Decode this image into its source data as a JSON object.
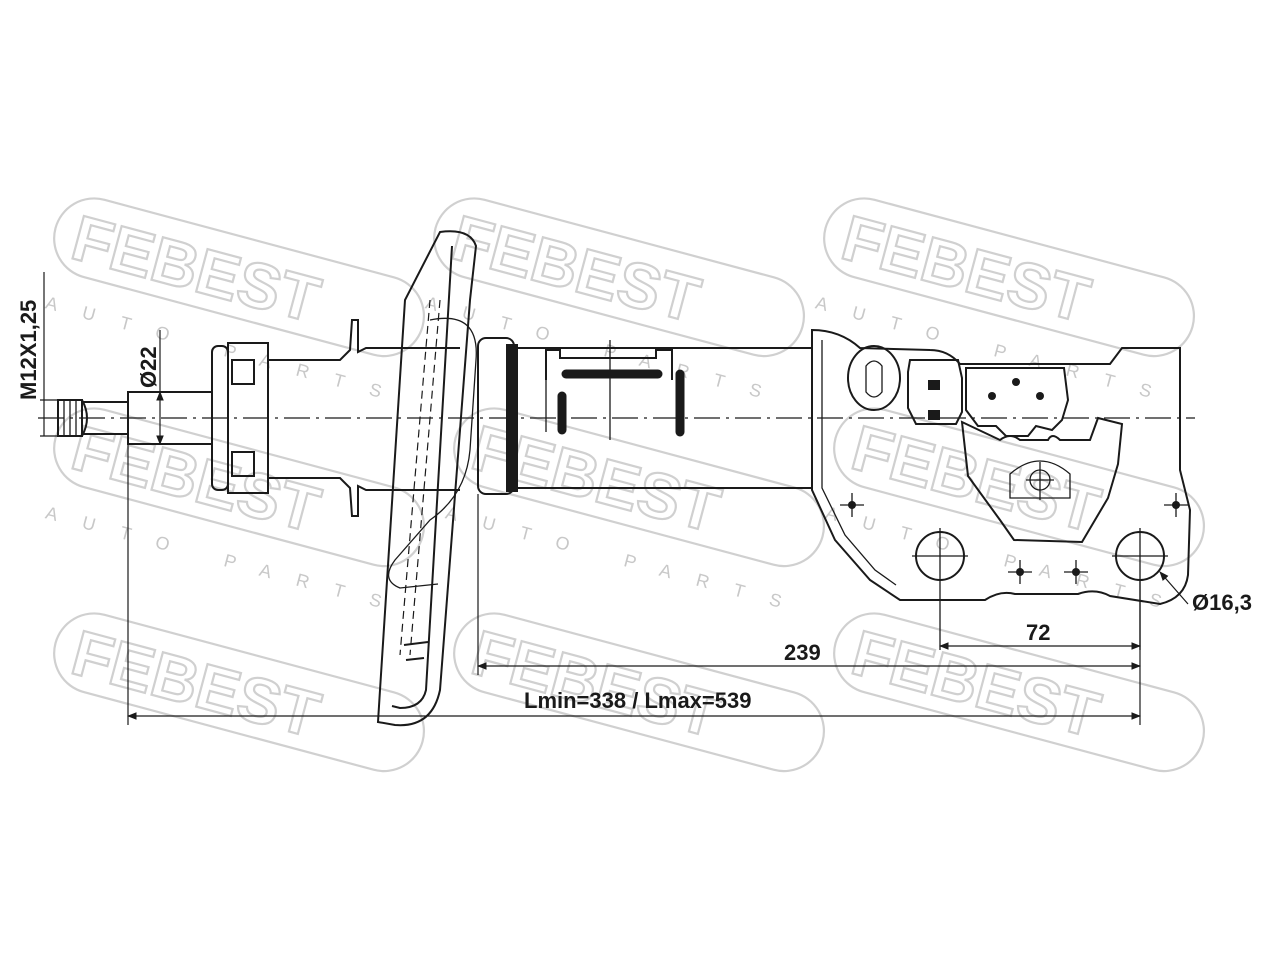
{
  "watermark": {
    "brand": "FEBEST",
    "subtitle": "AUTO PARTS"
  },
  "dimensions": {
    "thread": "M12X1,25",
    "rod_diameter": "Ø22",
    "hole_diameter": "Ø16,3",
    "hole_spacing": "72",
    "mount_length": "239",
    "length_range": "Lmin=338 / Lmax=539"
  }
}
